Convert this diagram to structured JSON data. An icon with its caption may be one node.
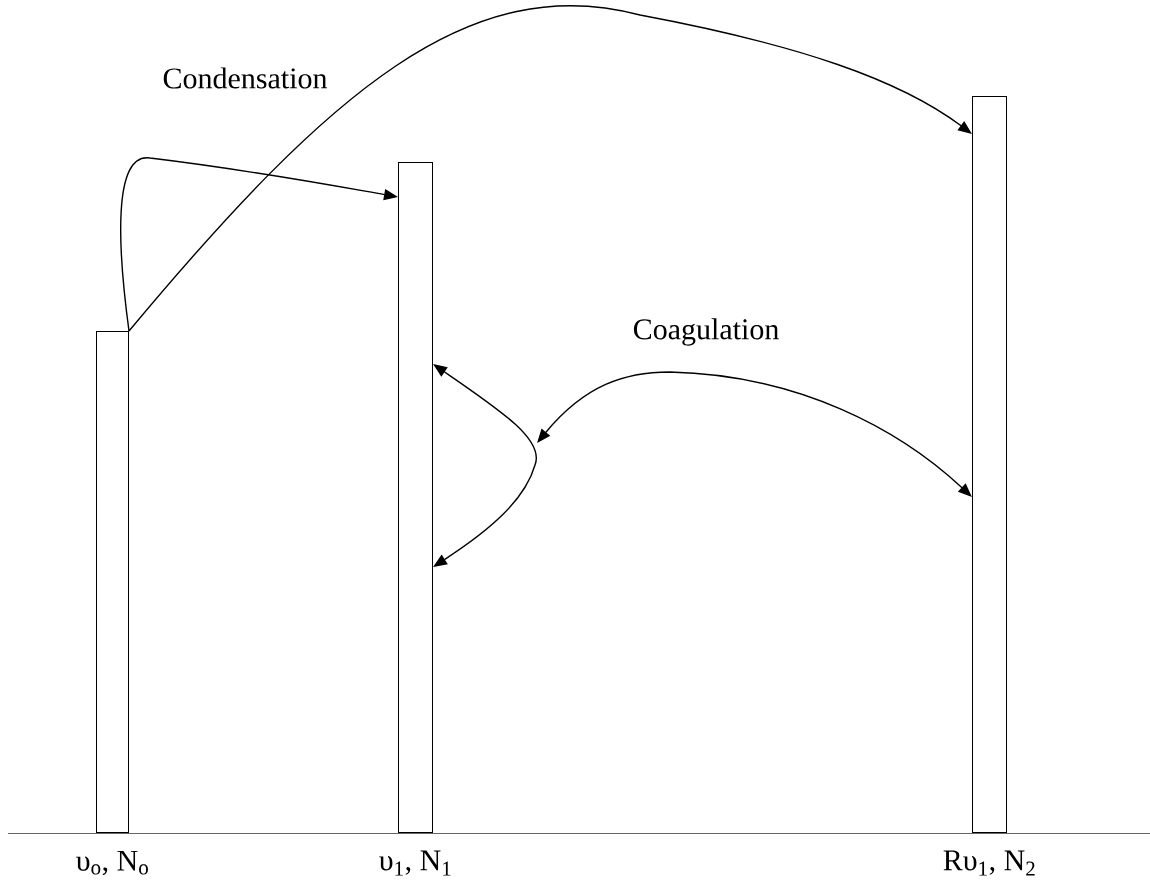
{
  "diagram": {
    "nodes": [
      {
        "text": [],
        "shape": "bar",
        "beside": [
          "υ$_{o}$, N$_{o}$"
        ]
      },
      {
        "text": [],
        "shape": "bar",
        "beside": [
          "υ$_{1}$, N$_{1}$"
        ]
      },
      {
        "text": [],
        "shape": "bar",
        "beside": [
          "Rυ$_{1}$, N$_{2}$"
        ]
      }
    ],
    "edges": [
      {
        "from": 0,
        "to": 1,
        "arrow": "to"
      },
      {
        "from": 0,
        "to": 2,
        "arrow": "to"
      },
      {
        "from": 1,
        "to": 1,
        "arrow": "both"
      },
      {
        "from": null,
        "to": 2,
        "arrow": "both"
      }
    ],
    "labels": [
      "Condensation",
      "Coagulation"
    ]
  }
}
